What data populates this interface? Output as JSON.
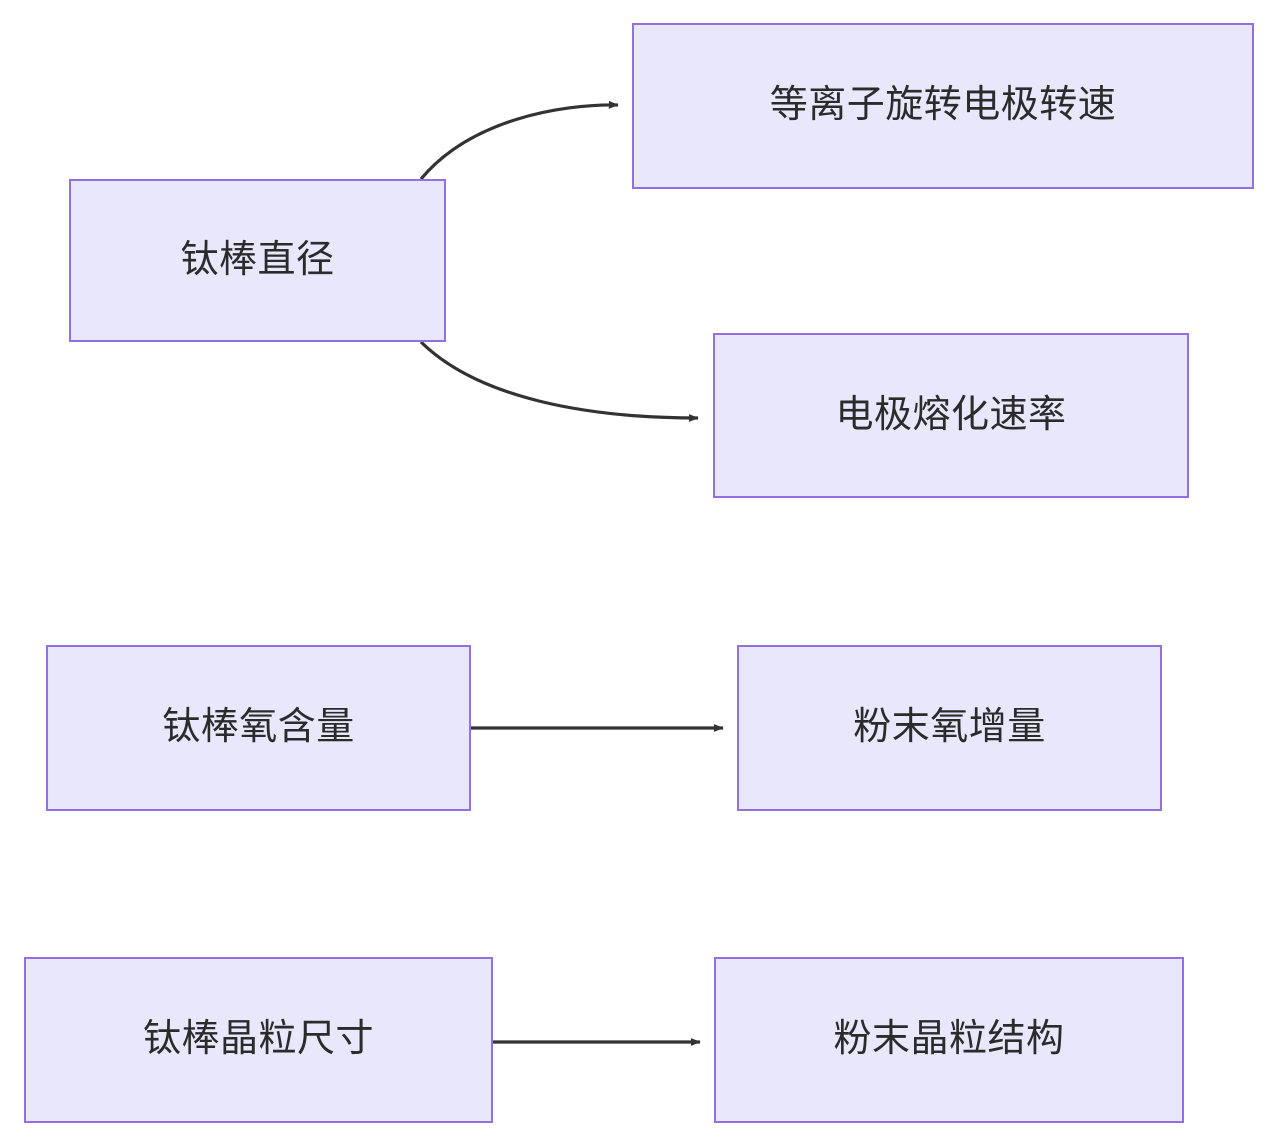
{
  "diagram": {
    "type": "flowchart",
    "direction": "left-to-right",
    "background_color": "#ffffff",
    "node_fill_color": "#e8e7fb",
    "node_border_color": "#9370e0",
    "node_text_color": "#2b2b2b",
    "edge_color": "#333333",
    "nodes": [
      {
        "id": "rod-diameter",
        "label": "钛棒直径"
      },
      {
        "id": "plasma-speed",
        "label": "等离子旋转电极转速"
      },
      {
        "id": "melt-rate",
        "label": "电极熔化速率"
      },
      {
        "id": "rod-oxygen",
        "label": "钛棒氧含量"
      },
      {
        "id": "powder-oxygen",
        "label": "粉末氧增量"
      },
      {
        "id": "rod-grain-size",
        "label": "钛棒晶粒尺寸"
      },
      {
        "id": "powder-grain",
        "label": "粉末晶粒结构"
      }
    ],
    "edges": [
      {
        "id": "edge-1",
        "from": "rod-diameter",
        "to": "plasma-speed",
        "label": "",
        "style": "curved-arrow"
      },
      {
        "id": "edge-2",
        "from": "rod-diameter",
        "to": "melt-rate",
        "label": "",
        "style": "curved-arrow"
      },
      {
        "id": "edge-3",
        "from": "rod-oxygen",
        "to": "powder-oxygen",
        "label": "",
        "style": "straight-arrow"
      },
      {
        "id": "edge-4",
        "from": "rod-grain-size",
        "to": "powder-grain",
        "label": "",
        "style": "straight-arrow"
      }
    ]
  }
}
